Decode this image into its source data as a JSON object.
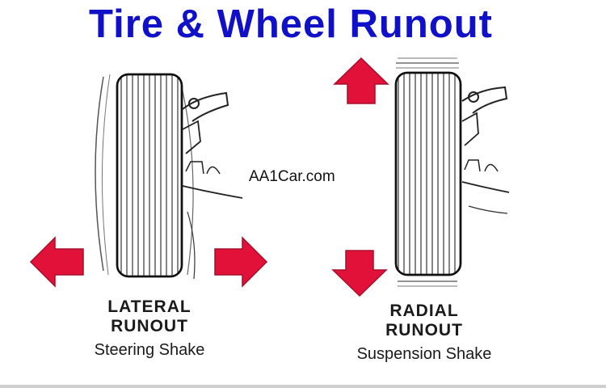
{
  "title": "Tire & Wheel Runout",
  "watermark": "AA1Car.com",
  "lateral": {
    "heading_line1": "LATERAL",
    "heading_line2": "RUNOUT",
    "subtitle": "Steering Shake"
  },
  "radial": {
    "heading_line1": "RADIAL",
    "heading_line2": "RUNOUT",
    "subtitle": "Suspension Shake"
  },
  "colors": {
    "title": "#1010c8",
    "arrow_fill": "#e2113a",
    "line": "#1a1a1a"
  },
  "icons": {
    "lateral_left": "arrow-left-icon",
    "lateral_right": "arrow-right-icon",
    "radial_up": "arrow-up-icon",
    "radial_down": "arrow-down-icon"
  }
}
